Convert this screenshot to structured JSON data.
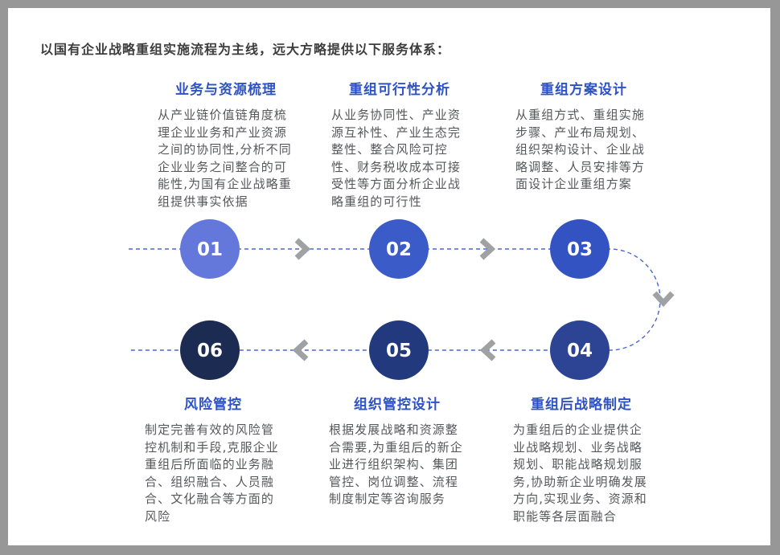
{
  "heading": "以国有企业战略重组实施流程为主线，远大方略提供以下服务体系：",
  "colors": {
    "heading_text": "#3D3D3D",
    "title_blue": "#2E52C6",
    "body_text": "#56575B",
    "dash_line": "#4A67CF",
    "arrow_gray": "#9FA1A4",
    "frame_gray": "#979797",
    "number_text": "#FFFFFF"
  },
  "steps": [
    {
      "num": "01",
      "color": "#6478DC",
      "title": "业务与资源梳理",
      "desc": "从产业链价值链角度梳理企业业务和产业资源之间的协同性,分析不同企业业务之间整合的可能性,为国有企业战略重组提供事实依据"
    },
    {
      "num": "02",
      "color": "#3A5BC8",
      "title": "重组可行性分析",
      "desc": "从业务协同性、产业资源互补性、产业生态完整性、整合风险可控性、财务税收成本可接受性等方面分析企业战略重组的可行性"
    },
    {
      "num": "03",
      "color": "#3453C2",
      "title": "重组方案设计",
      "desc": "从重组方式、重组实施步骤、产业布局规划、组织架构设计、企业战略调整、人员安排等方面设计企业重组方案"
    },
    {
      "num": "04",
      "color": "#2D4394",
      "title": "重组后战略制定",
      "desc": "为重组后的企业提供企业战略规划、业务战略规划、职能战略规划服务,协助新企业明确发展方向,实现业务、资源和职能等各层面融合"
    },
    {
      "num": "05",
      "color": "#223A7D",
      "title": "组织管控设计",
      "desc": "根据发展战略和资源整合需要,为重组后的新企业进行组织架构、集团管控、岗位调整、流程制度制定等咨询服务"
    },
    {
      "num": "06",
      "color": "#1C2B52",
      "title": "风险管控",
      "desc": "制定完善有效的风险管控机制和手段,克服企业重组后所面临的业务融合、组织融合、人员融合、文化融合等方面的风险"
    }
  ]
}
